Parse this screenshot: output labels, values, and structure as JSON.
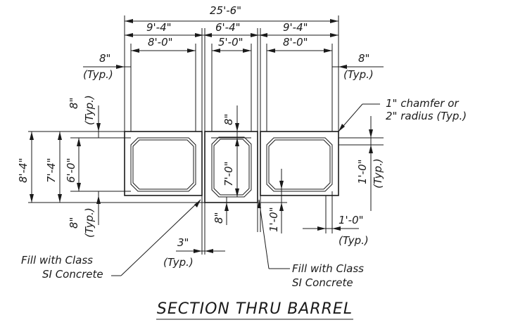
{
  "title": "SECTION THRU BARREL",
  "dimensions": {
    "overall_width": "25'-6\"",
    "left_span": "9'-4\"",
    "middle_span": "6'-4\"",
    "right_span": "9'-4\"",
    "left_clear": "8'-0\"",
    "middle_clear": "5'-0\"",
    "right_clear": "8'-0\"",
    "wall_left": "8\"",
    "wall_right": "8\"",
    "typ": "(Typ.)",
    "top_slab": "8\"",
    "bottom_slab": "8\"",
    "overall_height": "8'-4\"",
    "height_mid": "7'-4\"",
    "clear_height_side": "6'-0\"",
    "clear_height_middle": "7'-0\"",
    "middle_top_slab": "8\"",
    "middle_bottom_slab": "8\"",
    "offset_bottom": "1'-0\"",
    "right_vertical": "1'-0\"",
    "right_horizontal": "1'-0\"",
    "gap": "3\""
  },
  "notes": {
    "chamfer_line1": "1\" chamfer or",
    "chamfer_line2": "2\" radius (Typ.)",
    "fill_left_line1": "Fill with Class",
    "fill_left_line2": "SI Concrete",
    "fill_right_line1": "Fill with Class",
    "fill_right_line2": "SI Concrete"
  }
}
